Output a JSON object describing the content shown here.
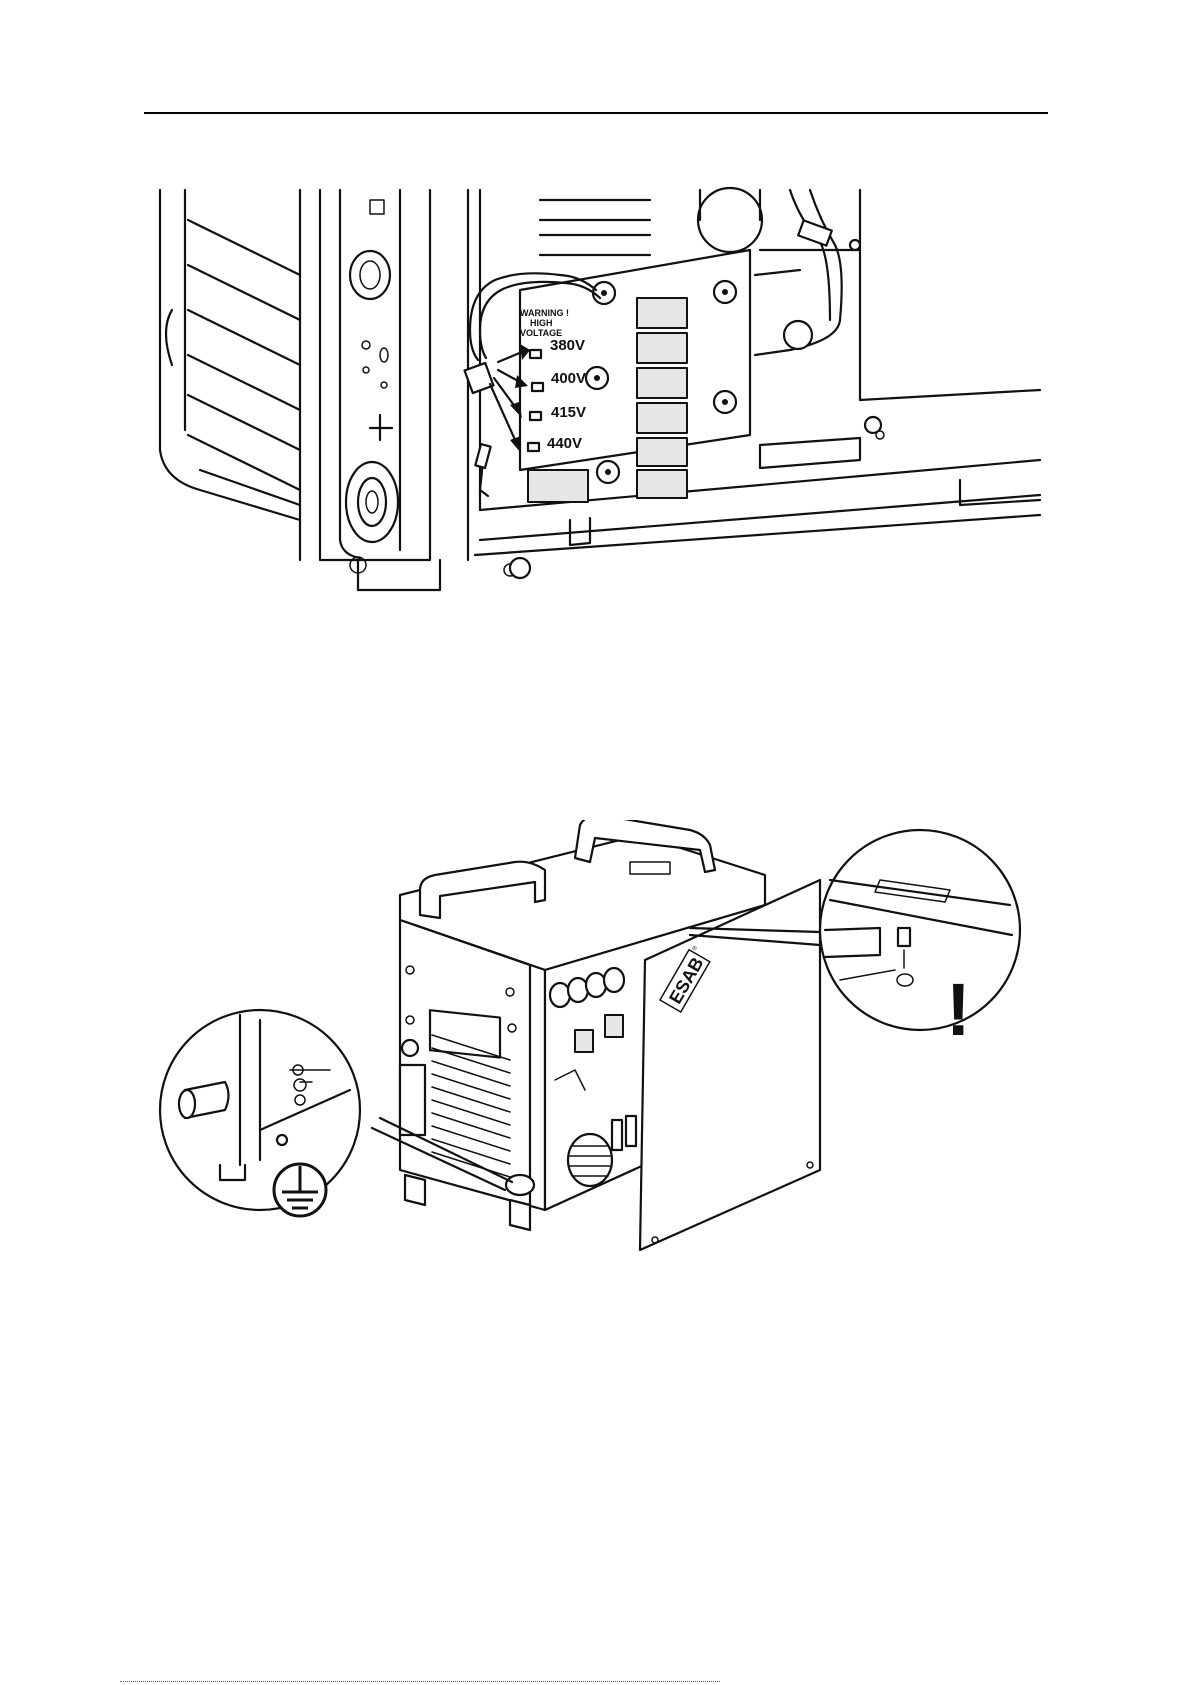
{
  "figure1": {
    "warning_label": [
      "WARNING !",
      "HIGH",
      "VOLTAGE"
    ],
    "taps": [
      "380V",
      "400V",
      "415V",
      "440V"
    ]
  },
  "figure2": {
    "brand": "ESAB",
    "trademark": "®",
    "warning_mark": "!"
  }
}
